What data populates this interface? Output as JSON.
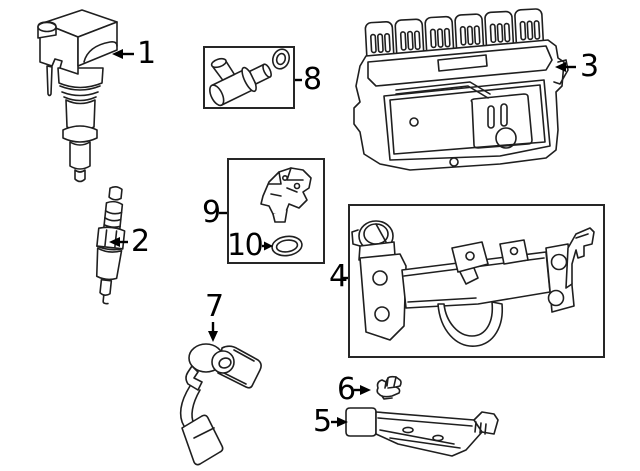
{
  "diagram": {
    "name": "engine-electrical-parts-diagram",
    "background_color": "#ffffff",
    "line_color": "#1f1f1f",
    "label_color": "#000000",
    "callouts": {
      "c1": {
        "label": "1",
        "part": "ignition-coil"
      },
      "c2": {
        "label": "2",
        "part": "spark-plug"
      },
      "c3": {
        "label": "3",
        "part": "engine-control-module"
      },
      "c4": {
        "label": "4",
        "part": "mounting-bracket"
      },
      "c5": {
        "label": "5",
        "part": "lower-bracket"
      },
      "c6": {
        "label": "6",
        "part": "retaining-clip"
      },
      "c7": {
        "label": "7",
        "part": "crankshaft-position-sensor"
      },
      "c8": {
        "label": "8",
        "part": "camshaft-position-sensor-with-seal"
      },
      "c9": {
        "label": "9",
        "part": "sensor"
      },
      "c10": {
        "label": "10",
        "part": "o-ring-seal"
      }
    }
  }
}
